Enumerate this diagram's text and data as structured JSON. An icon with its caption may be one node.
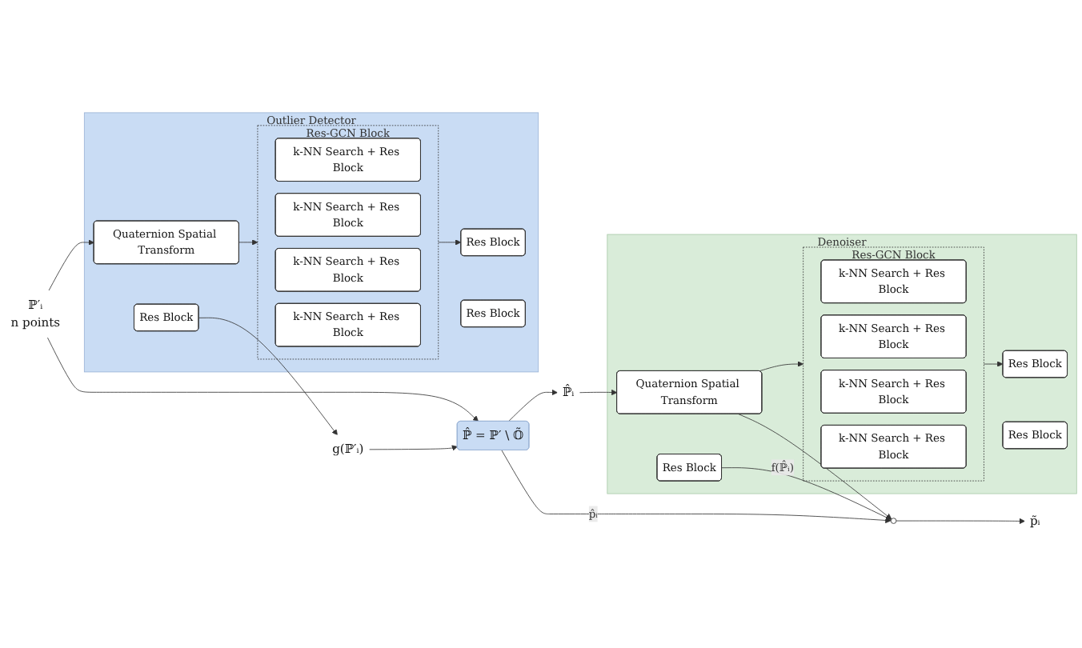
{
  "diagram": {
    "nodes": [
      {
        "text": [
          "Outlier Detector"
        ]
      },
      {
        "text": [
          "Quaternion Spatial Transform"
        ],
        "in": 0
      },
      {
        "text": [
          "Res-GCN Block"
        ],
        "in": 0
      },
      {
        "text": [
          "k-NN Search + Res Block"
        ],
        "in": 2
      },
      {
        "text": [
          "k-NN Search + Res Block"
        ],
        "in": 2
      },
      {
        "text": [
          "k-NN Search + Res Block"
        ],
        "in": 2
      },
      {
        "text": [
          "k-NN Search + Res Block"
        ],
        "in": 2
      },
      {
        "text": [
          "Res Block"
        ],
        "in": 0
      },
      {
        "text": [
          "Res Block"
        ],
        "in": 0
      },
      {
        "text": [
          "Res Block"
        ],
        "in": 0
      },
      {
        "text": [
          "ℙ′ᵢ",
          "n points"
        ]
      },
      {
        "text": [
          "g(ℙ′ᵢ)"
        ]
      },
      {
        "text": [
          "ℙ̂ = ℙ′ \\ 𝕆̃"
        ]
      },
      {
        "text": [
          "Denoiser"
        ]
      },
      {
        "text": [
          "Quaternion Spatial Transform"
        ],
        "in": 13
      },
      {
        "text": [
          "Res-GCN Block"
        ],
        "in": 13
      },
      {
        "text": [
          "k-NN Search + Res Block"
        ],
        "in": 15
      },
      {
        "text": [
          "k-NN Search + Res Block"
        ],
        "in": 15
      },
      {
        "text": [
          "k-NN Search + Res Block"
        ],
        "in": 15
      },
      {
        "text": [
          "k-NN Search + Res Block"
        ],
        "in": 15
      },
      {
        "text": [
          "Res Block"
        ],
        "in": 13
      },
      {
        "text": [
          "Res Block"
        ],
        "in": 13
      },
      {
        "text": [
          "Res Block"
        ],
        "in": 13
      },
      {
        "text": [
          "ℙ̂ᵢ"
        ]
      },
      {
        "text": [],
        "shape": "circle"
      },
      {
        "text": [
          "p̃ᵢ"
        ]
      }
    ],
    "edges": [
      {
        "from": 10,
        "to": 1,
        "arrow": "to"
      },
      {
        "from": 1,
        "to": 2,
        "arrow": "to"
      },
      {
        "from": 2,
        "to": 7,
        "arrow": "to"
      },
      {
        "from": 9,
        "to": 11,
        "arrow": "to"
      },
      {
        "from": 10,
        "to": 12,
        "arrow": "to"
      },
      {
        "from": 11,
        "to": 12,
        "arrow": "to"
      },
      {
        "from": 12,
        "to": 23,
        "arrow": "to"
      },
      {
        "from": 12,
        "to": 24,
        "arrow": "to",
        "label": "p̂ᵢ"
      },
      {
        "from": 23,
        "to": 14,
        "arrow": "to"
      },
      {
        "from": 14,
        "to": 15,
        "arrow": "to"
      },
      {
        "from": 14,
        "to": 24,
        "arrow": "to"
      },
      {
        "from": 15,
        "to": 20,
        "arrow": "to"
      },
      {
        "from": 22,
        "to": 24,
        "arrow": "to",
        "label": "f(ℙ̂ᵢ)"
      },
      {
        "from": 24,
        "to": 25,
        "arrow": "to"
      }
    ]
  }
}
